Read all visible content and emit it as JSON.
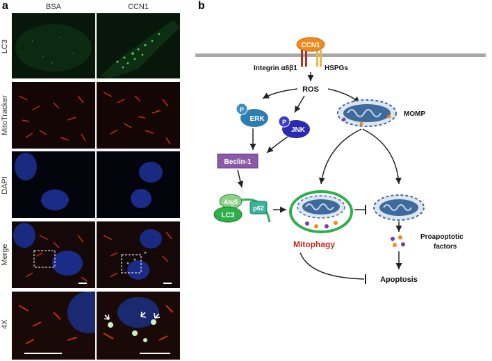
{
  "panel_a": {
    "letter": "a",
    "columns": [
      "BSA",
      "CCN1"
    ],
    "rows": [
      "LC3",
      "MitoTracker",
      "DAPI",
      "Merge",
      "4X"
    ]
  },
  "panel_b": {
    "letter": "b",
    "labels": {
      "ccn1": "CCN1",
      "integrin": "Integrin α6β1",
      "hspgs": "HSPGs",
      "ros": "ROS",
      "p_erk": "P",
      "erk": "ERK",
      "p_jnk": "P",
      "jnk": "JNK",
      "momp": "MOMP",
      "beclin": "Beclin-1",
      "atg5": "Atg5",
      "lc3": "LC3",
      "p62": "p62",
      "mitophagy": "Mitophagy",
      "proapoptotic_1": "Proapoptotic",
      "proapoptotic_2": "factors",
      "apoptosis": "Apoptosis"
    },
    "colors": {
      "ccn1": "#f08a1c",
      "erk": "#2e7db0",
      "jnk": "#2a2bb0",
      "beclin": "#8a5aa8",
      "atg": "#2db04a",
      "mito_fill": "#3f6a9c",
      "mitophagy_text": "#c0291e",
      "membrane": "#a8a8a8"
    }
  }
}
